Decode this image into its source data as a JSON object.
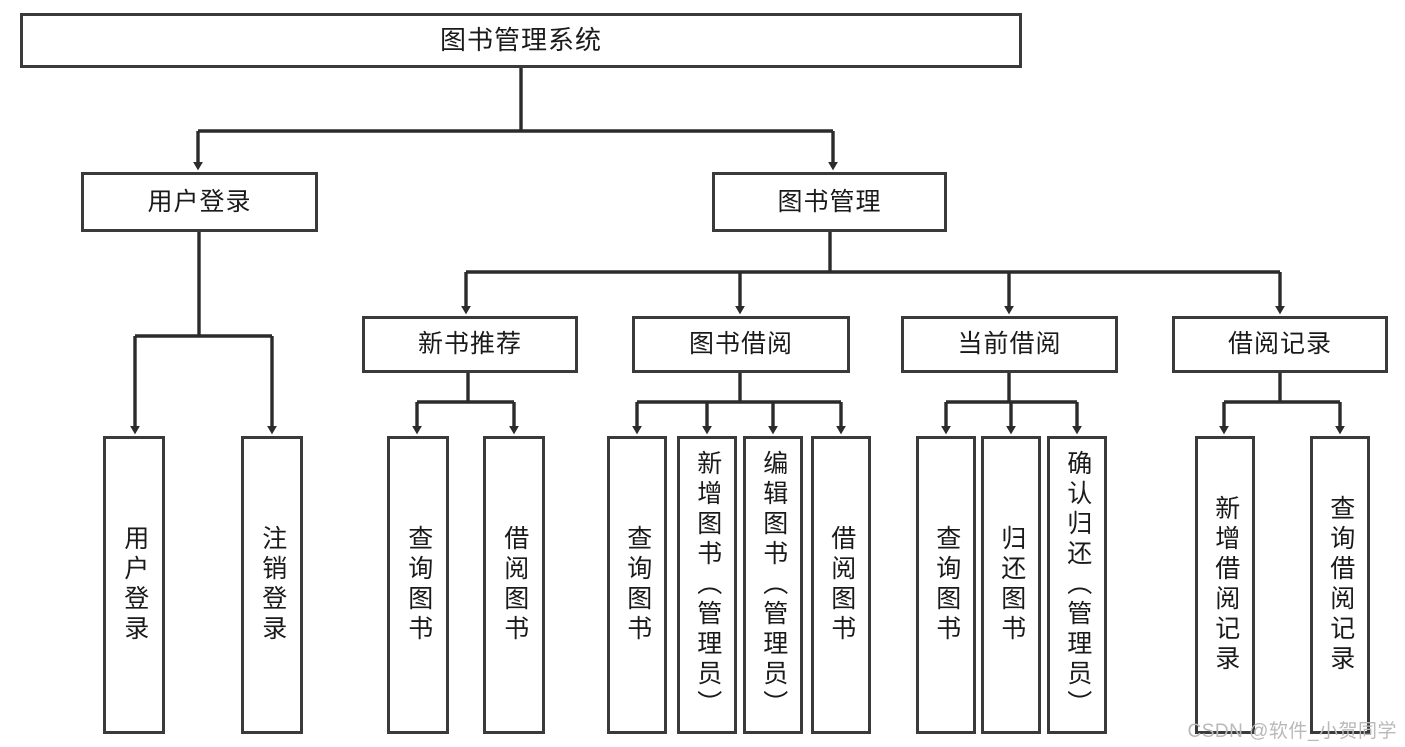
{
  "diagram": {
    "type": "tree",
    "title": "图书管理系统",
    "root": {
      "label": "图书管理系统"
    },
    "level1": [
      {
        "label": "用户登录"
      },
      {
        "label": "图书管理"
      }
    ],
    "level2": [
      {
        "label": "新书推荐"
      },
      {
        "label": "图书借阅"
      },
      {
        "label": "当前借阅"
      },
      {
        "label": "借阅记录"
      }
    ],
    "leaves": {
      "user_login": [
        {
          "label": "用户登录"
        },
        {
          "label": "注销登录"
        }
      ],
      "new_book_recommend": [
        {
          "label": "查询图书"
        },
        {
          "label": "借阅图书"
        }
      ],
      "book_borrow": [
        {
          "label": "查询图书"
        },
        {
          "label": "新增图书（管理员）"
        },
        {
          "label": "编辑图书（管理员）"
        },
        {
          "label": "借阅图书"
        }
      ],
      "current_borrow": [
        {
          "label": "查询图书"
        },
        {
          "label": "归还图书"
        },
        {
          "label": "确认归还（管理员）"
        }
      ],
      "borrow_record": [
        {
          "label": "新增借阅记录"
        },
        {
          "label": "查询借阅记录"
        }
      ]
    }
  },
  "watermark": {
    "text": "CSDN @软件_小贺同学"
  },
  "colors": {
    "stroke": "#3a3a3a",
    "background": "#ffffff",
    "text": "#1a1a1a",
    "watermark": "#b9b9b9"
  }
}
